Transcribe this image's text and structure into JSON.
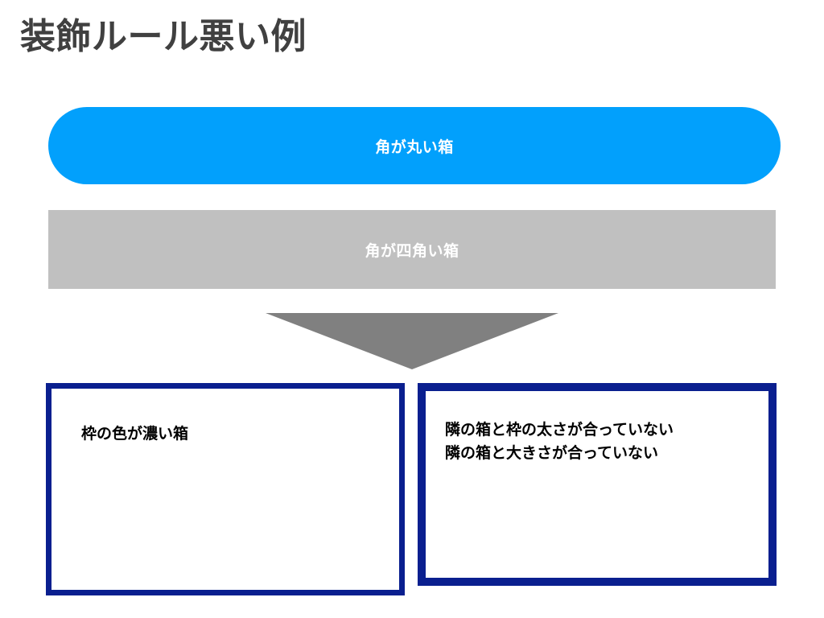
{
  "slide": {
    "title": "装飾ルール悪い例",
    "background_color": "#ffffff",
    "title_color": "#404040"
  },
  "shapes": {
    "rounded_box": {
      "label": "角が丸い箱",
      "fill_color": "#02a0fc",
      "text_color": "#ffffff",
      "corner_style": "rounded"
    },
    "square_box": {
      "label": "角が四角い箱",
      "fill_color": "#c0c0c0",
      "text_color": "#ffffff",
      "corner_style": "square"
    },
    "arrow": {
      "icon": "triangle-down-icon",
      "fill_color": "#808080"
    },
    "outlined_box_left": {
      "label": "枠の色が濃い箱",
      "border_color": "#0a1f8f",
      "border_width": "7",
      "fill_color": "#ffffff",
      "text_color": "#000000"
    },
    "outlined_box_right": {
      "label": "隣の箱と枠の太さが合っていない\n隣の箱と大きさが合っていない",
      "border_color": "#0a1f8f",
      "border_width": "10",
      "fill_color": "#ffffff",
      "text_color": "#000000"
    }
  }
}
